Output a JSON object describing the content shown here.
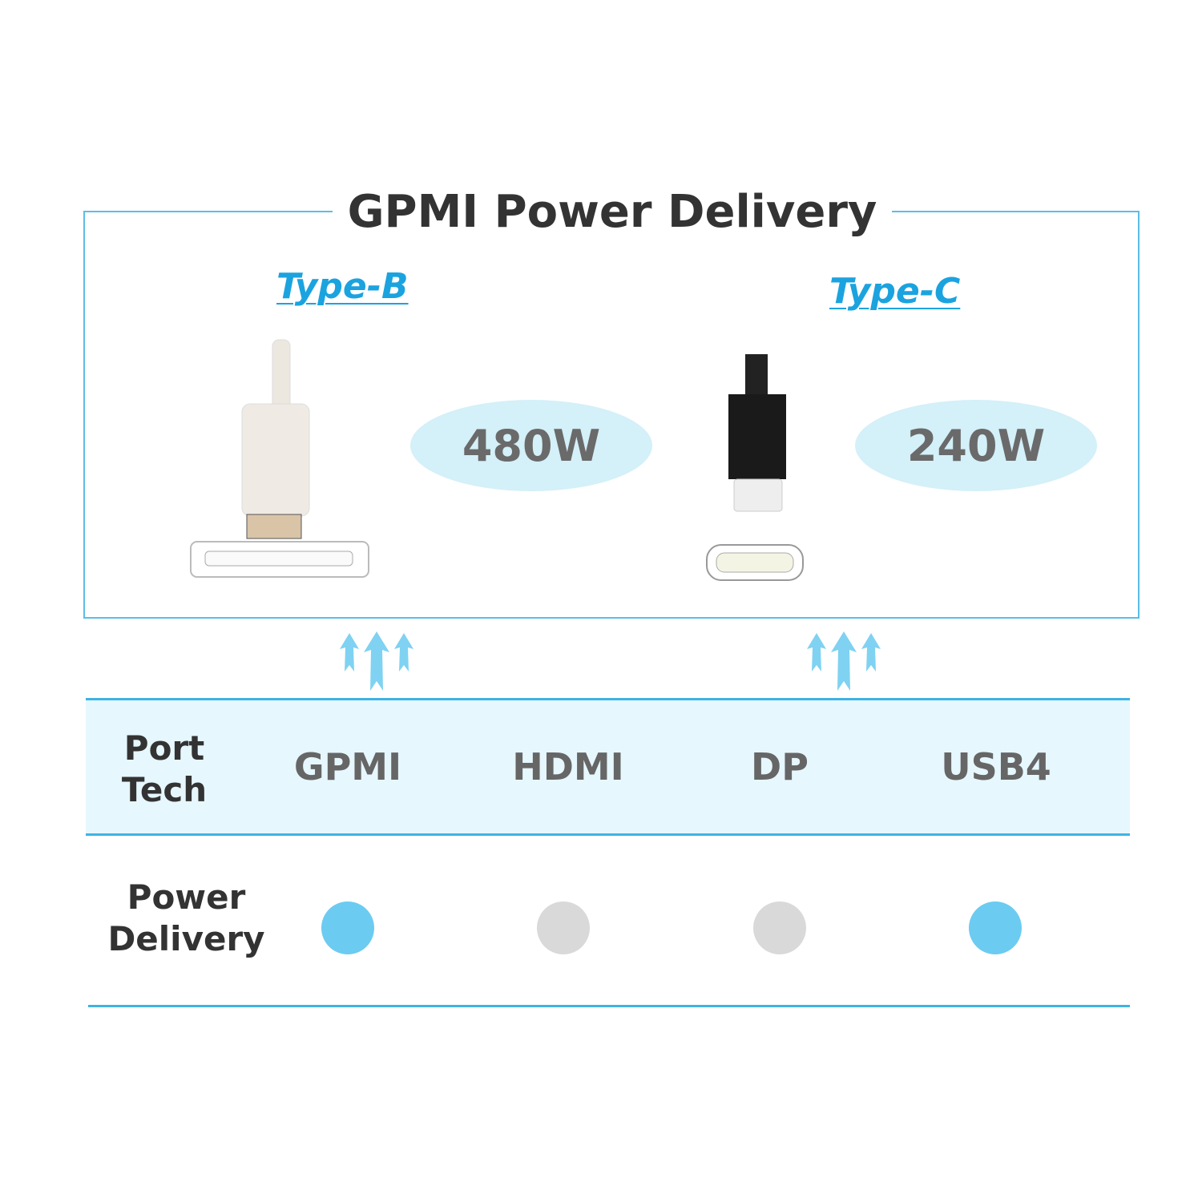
{
  "title": "GPMI Power Delivery",
  "connectors": [
    {
      "label": "Type-B",
      "power": "480W"
    },
    {
      "label": "Type-C",
      "power": "240W"
    }
  ],
  "table": {
    "header_label": [
      "Port",
      "Tech"
    ],
    "row_label": [
      "Power",
      "Delivery"
    ],
    "columns": [
      "GPMI",
      "HDMI",
      "DP",
      "USB4"
    ],
    "power_delivery_supported": [
      true,
      false,
      false,
      true
    ]
  },
  "colors": {
    "accent": "#3fb3e3",
    "supported": "#6ccbf0",
    "unsupported": "#d9d9d9",
    "band": "#e6f7fd"
  }
}
